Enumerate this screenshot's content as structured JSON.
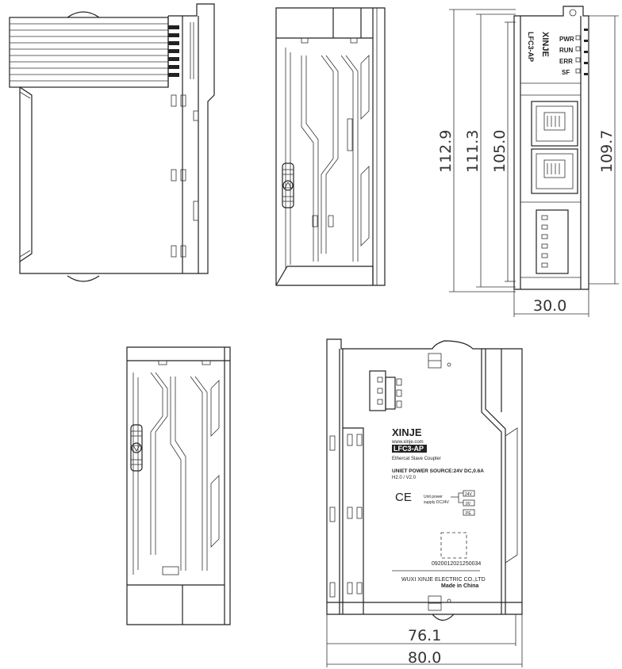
{
  "dimensions": {
    "height_1": "112.9",
    "height_2": "111.3",
    "height_3": "105.0",
    "height_4": "109.7",
    "width_front": "30.0",
    "depth_inner": "76.1",
    "depth_outer": "80.0"
  },
  "led_labels": {
    "pwr": "PWR",
    "run": "RUN",
    "err": "ERR",
    "sf": "SF"
  },
  "side_brand": "XINJE",
  "side_model": "LFC3-AP",
  "label": {
    "brand": "XINJE",
    "website": "www.xinje.com",
    "model": "LFC3-AP",
    "description": "Ethercat Slave Coupler",
    "power_source": "UNIET POWER SOURCE:24V DC,0.6A",
    "version": "H2.0 / V2.0",
    "ce_mark": "CE",
    "unit_power_line1": "Unit power",
    "unit_power_line2": "supply DC24V",
    "terminal_24v": "24V",
    "terminal_0v": "0V",
    "terminal_pe": "PE",
    "serial": "0920012021250034",
    "manufacturer": "WUXI XINJE ELECTRIC CO.,LTD",
    "origin": "Made in China"
  }
}
